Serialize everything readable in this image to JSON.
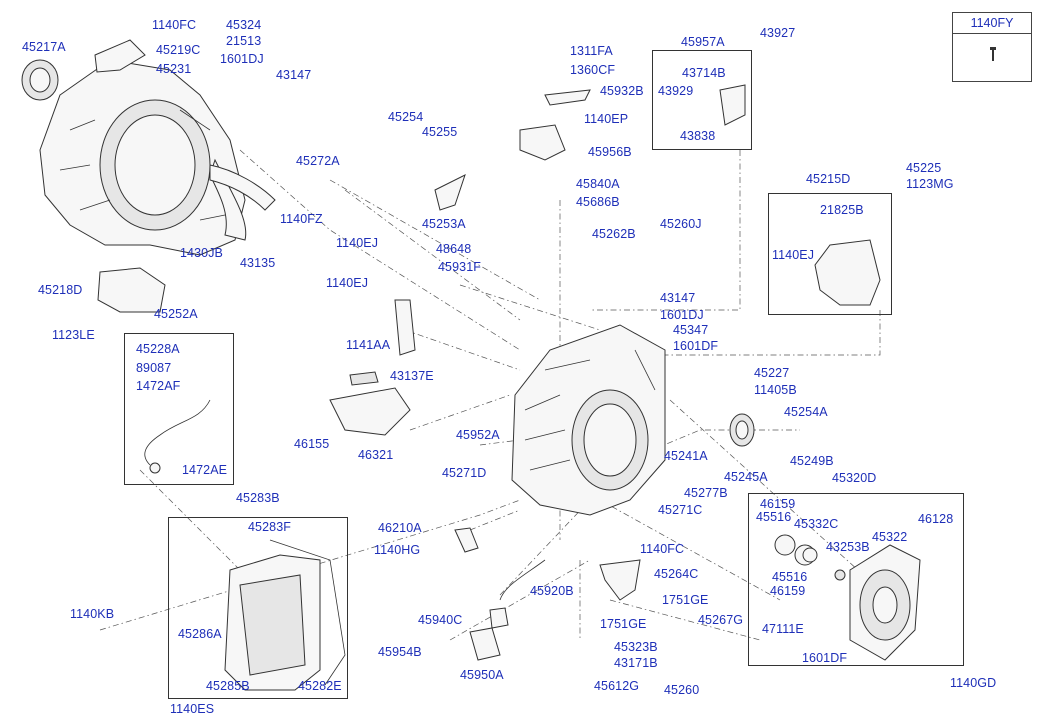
{
  "legend": {
    "code": "1140FY",
    "icon": "bolt-icon"
  },
  "labels": [
    "1140FC",
    "45324",
    "21513",
    "45217A",
    "45219C",
    "1601DJ",
    "45231",
    "43147",
    "45272A",
    "1140FZ",
    "43135",
    "1140EJ",
    "1430JB",
    "45218D",
    "45252A",
    "1123LE",
    "45228A",
    "89087",
    "1472AF",
    "1472AE",
    "45283B",
    "45283F",
    "1140KB",
    "45286A",
    "45285B",
    "45282E",
    "1140ES",
    "45254",
    "45255",
    "45253A",
    "1140EJ",
    "48648",
    "45931F",
    "1141AA",
    "43137E",
    "46155",
    "46321",
    "1311FA",
    "1360CF",
    "45932B",
    "1140EP",
    "45956B",
    "45840A",
    "45686B",
    "45262B",
    "45260J",
    "45957A",
    "43927",
    "43714B",
    "43929",
    "43838",
    "43147",
    "1601DJ",
    "45347",
    "1601DF",
    "45227",
    "11405B",
    "45254A",
    "45249B",
    "45241A",
    "45245A",
    "45952A",
    "45271D",
    "45277B",
    "45271C",
    "46210A",
    "1140HG",
    "1140FC",
    "45264C",
    "45920B",
    "45940C",
    "1751GE",
    "1751GE",
    "45267G",
    "45954B",
    "45950A",
    "45323B",
    "43171B",
    "45612G",
    "45260",
    "45225",
    "1123MG",
    "45215D",
    "21825B",
    "1140EJ",
    "45320D",
    "46159",
    "45516",
    "45332C",
    "45322",
    "46128",
    "43253B",
    "45516",
    "46159",
    "47111E",
    "1601DF",
    "1140GD"
  ]
}
